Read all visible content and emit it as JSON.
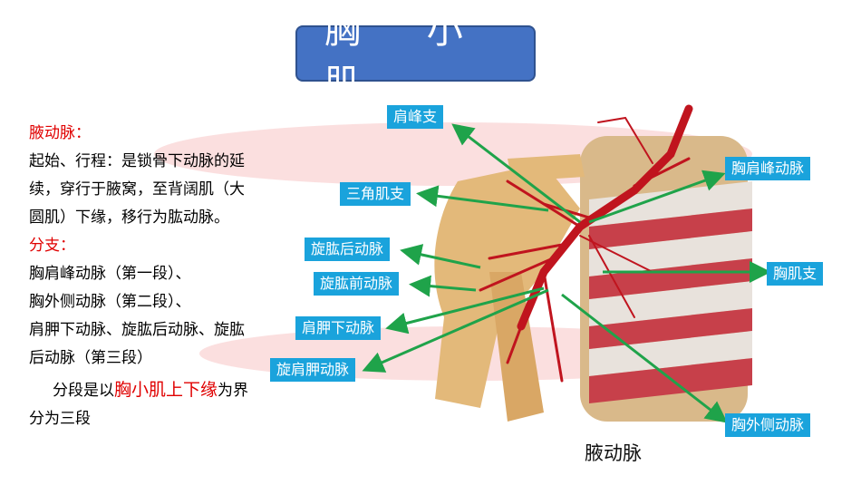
{
  "title": "胸  小  肌",
  "left": {
    "heading1": "腋动脉：",
    "desc_lines": [
      "起始、行程：是锁骨下动脉的延",
      "续，穿行于腋窝，至背阔肌（大",
      "圆肌）下缘，移行为肱动脉。"
    ],
    "heading2": "分支：",
    "branch_lines": [
      "胸肩峰动脉（第一段）、",
      "胸外侧动脉（第二段）、",
      "肩胛下动脉、旋肱后动脉、旋肱",
      "后动脉（第三段）"
    ],
    "note_prefix": "分段是以",
    "note_highlight": "胸小肌上下缘",
    "note_suffix": "为界",
    "note_line2": "分为三段"
  },
  "labels": {
    "jianfengzhi": "肩峰支",
    "sanjiaojizhi": "三角肌支",
    "xuangonghou": "旋肱后动脉",
    "xuangongqian": "旋肱前动脉",
    "jianjiaxia": "肩胛下动脉",
    "xuanjianjia": "旋肩胛动脉",
    "xiongjianfeng": "胸肩峰动脉",
    "xiongjizhi": "胸肌支",
    "xiongwaice": "胸外侧动脉"
  },
  "caption": "腋动脉",
  "colors": {
    "title_bg": "#4472c4",
    "label_bg": "#1aa3dc",
    "arrow": "#1fa34a",
    "highlight": "#e00000"
  }
}
